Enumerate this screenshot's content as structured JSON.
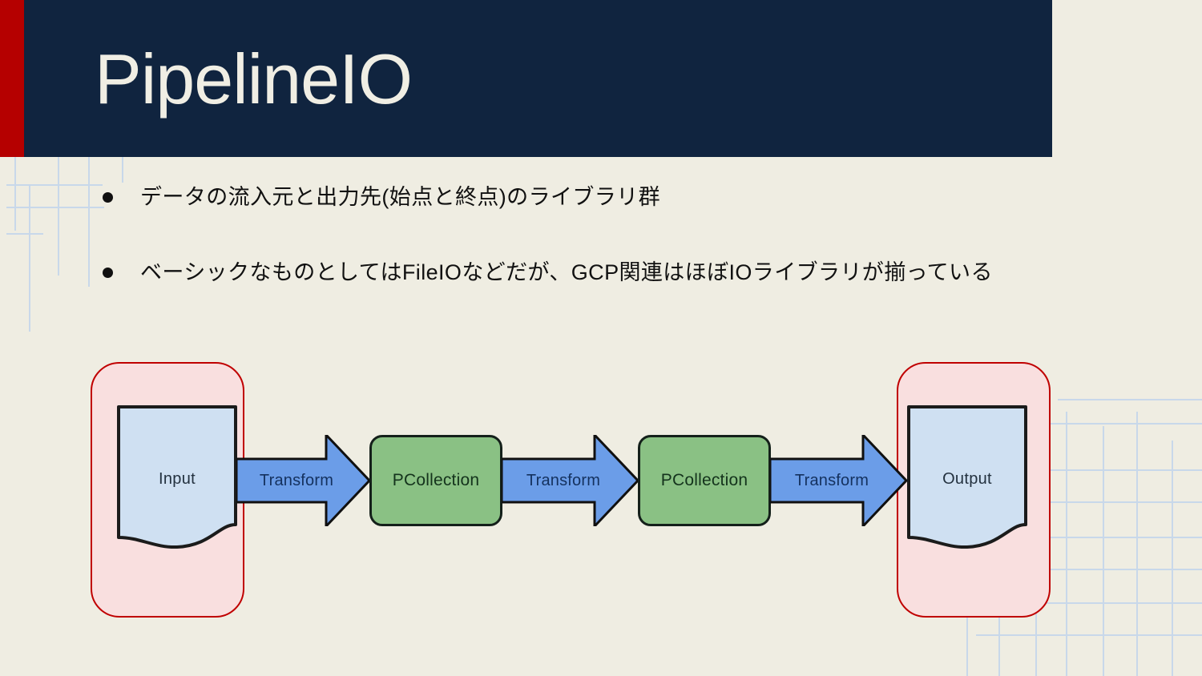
{
  "slide": {
    "title": "PipelineIO",
    "background_color": "#efede2",
    "header_color": "#10243f",
    "accent_color": "#b50000",
    "title_color": "#f0eee4"
  },
  "bullets": [
    {
      "text": "データの流入元と出力先(始点と終点)のライブラリ群"
    },
    {
      "text": "ベーシックなものとしてはFileIOなどだが、GCP関連はほぼIOライブラリが揃っている"
    }
  ],
  "diagram": {
    "input_frame_label": "Input",
    "output_frame_label": "Output",
    "nodes": [
      {
        "id": "input",
        "label": "Input",
        "type": "document",
        "fill": "#cfe0f2",
        "frame_fill": "#f9dfdf",
        "frame_stroke": "#c00000"
      },
      {
        "id": "pcoll1",
        "label": "PCollection",
        "type": "rounded-box",
        "fill": "#8ac184",
        "stroke": "#14201a"
      },
      {
        "id": "pcoll2",
        "label": "PCollection",
        "type": "rounded-box",
        "fill": "#8ac184",
        "stroke": "#14201a"
      },
      {
        "id": "output",
        "label": "Output",
        "type": "document",
        "fill": "#cfe0f2",
        "frame_fill": "#f9dfdf",
        "frame_stroke": "#c00000"
      }
    ],
    "arrows": [
      {
        "id": "arrow1",
        "label": "Transform",
        "from": "input",
        "to": "pcoll1",
        "fill": "#6b9de8"
      },
      {
        "id": "arrow2",
        "label": "Transform",
        "from": "pcoll1",
        "to": "pcoll2",
        "fill": "#6b9de8"
      },
      {
        "id": "arrow3",
        "label": "Transform",
        "from": "pcoll2",
        "to": "output",
        "fill": "#6b9de8"
      }
    ]
  }
}
